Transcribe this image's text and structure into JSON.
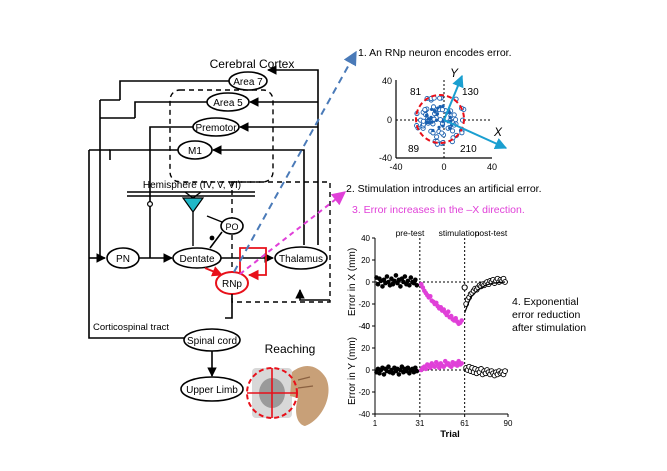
{
  "cortex": {
    "title": "Cerebral Cortex",
    "area7": "Area 7",
    "area5": "Area 5",
    "premotor": "Premotor",
    "m1": "M1"
  },
  "cerebellum": {
    "hemisphere": "Hemisphere (IV, V, VI)",
    "pn": "PN",
    "dentate": "Dentate",
    "po": "PO",
    "thalamus": "Thalamus",
    "rnp": "RNp"
  },
  "spinal": {
    "tract": "Corticospinal tract",
    "cord": "Spinal cord",
    "limb": "Upper Limb",
    "reaching": "Reaching"
  },
  "annotations": {
    "a1": "1. An RNp neuron encodes error.",
    "a2": "2. Stimulation introduces an artificial error.",
    "a3": "3. Error increases in the –X direction.",
    "a4_l1": "4. Exponential",
    "a4_l2": "error reduction",
    "a4_l3": "after stimulation"
  },
  "polar": {
    "x_ticks": [
      "-40",
      "0",
      "40"
    ],
    "y_ticks": [
      "40",
      "0",
      "-40"
    ],
    "corners": {
      "tl": "81",
      "tr": "130",
      "bl": "89",
      "br": "210"
    },
    "axis_x": "X",
    "axis_y": "Y"
  },
  "colors": {
    "rnp_red": "#e8101a",
    "pink": "#e040d8",
    "blue_dash": "#4a7ab8",
    "teal": "#1a9fd0",
    "cyan_neuron": "#20b8c8"
  },
  "chart_data": {
    "type": "scatter",
    "phase_labels": [
      "pre-test",
      "stimulation",
      "post-test"
    ],
    "xlabel": "Trial",
    "x_ticks": [
      "1",
      "31",
      "61",
      "90"
    ],
    "x_tick_values": [
      1,
      31,
      61,
      90
    ],
    "xlim": [
      1,
      90
    ],
    "top": {
      "ylabel": "Error in X (mm)",
      "ylim": [
        -40,
        40
      ],
      "y_ticks": [
        "40",
        "20",
        "0",
        "-20",
        "-40"
      ],
      "pre": [
        [
          2,
          4
        ],
        [
          3,
          -2
        ],
        [
          4,
          3
        ],
        [
          5,
          1
        ],
        [
          6,
          -4
        ],
        [
          7,
          2
        ],
        [
          8,
          -1
        ],
        [
          9,
          5
        ],
        [
          10,
          0
        ],
        [
          11,
          -3
        ],
        [
          12,
          3
        ],
        [
          13,
          -2
        ],
        [
          14,
          1
        ],
        [
          15,
          6
        ],
        [
          16,
          -1
        ],
        [
          17,
          2
        ],
        [
          18,
          -4
        ],
        [
          19,
          3
        ],
        [
          20,
          0
        ],
        [
          21,
          5
        ],
        [
          22,
          -2
        ],
        [
          23,
          1
        ],
        [
          24,
          -3
        ],
        [
          25,
          4
        ],
        [
          26,
          0
        ],
        [
          27,
          -1
        ],
        [
          28,
          2
        ],
        [
          29,
          -3
        ]
      ],
      "stim": [
        [
          32,
          -2
        ],
        [
          33,
          -5
        ],
        [
          34,
          -8
        ],
        [
          35,
          -10
        ],
        [
          36,
          -12
        ],
        [
          37,
          -14
        ],
        [
          38,
          -13
        ],
        [
          39,
          -17
        ],
        [
          40,
          -18
        ],
        [
          41,
          -20
        ],
        [
          42,
          -19
        ],
        [
          43,
          -22
        ],
        [
          44,
          -24
        ],
        [
          45,
          -23
        ],
        [
          46,
          -26
        ],
        [
          47,
          -25
        ],
        [
          48,
          -28
        ],
        [
          49,
          -30
        ],
        [
          50,
          -27
        ],
        [
          51,
          -32
        ],
        [
          52,
          -31
        ],
        [
          53,
          -34
        ],
        [
          54,
          -35
        ],
        [
          55,
          -33
        ],
        [
          56,
          -36
        ],
        [
          57,
          -38
        ],
        [
          58,
          -37
        ],
        [
          59,
          -35
        ]
      ],
      "post": [
        [
          62,
          -20
        ],
        [
          63,
          -16
        ],
        [
          64,
          -14
        ],
        [
          65,
          -11
        ],
        [
          66,
          -10
        ],
        [
          67,
          -8
        ],
        [
          68,
          -6
        ],
        [
          69,
          -7
        ],
        [
          70,
          -5
        ],
        [
          71,
          -3
        ],
        [
          72,
          -4
        ],
        [
          73,
          -2
        ],
        [
          74,
          -3
        ],
        [
          75,
          -1
        ],
        [
          76,
          0
        ],
        [
          77,
          -2
        ],
        [
          78,
          1
        ],
        [
          79,
          0
        ],
        [
          80,
          2
        ],
        [
          81,
          -1
        ],
        [
          82,
          1
        ],
        [
          83,
          3
        ],
        [
          84,
          0
        ],
        [
          85,
          2
        ],
        [
          86,
          1
        ],
        [
          87,
          3
        ],
        [
          88,
          0
        ]
      ],
      "fit": [
        [
          61,
          -28
        ],
        [
          65,
          -14
        ],
        [
          70,
          -7
        ],
        [
          75,
          -3
        ],
        [
          80,
          -1
        ],
        [
          88,
          0
        ]
      ],
      "open_marker": [
        61,
        -5
      ]
    },
    "bottom": {
      "ylabel": "Error in Y (mm)",
      "ylim": [
        -40,
        40
      ],
      "y_ticks": [
        "40",
        "20",
        "0",
        "-20",
        "-40"
      ],
      "pre": [
        [
          2,
          -2
        ],
        [
          3,
          1
        ],
        [
          4,
          -3
        ],
        [
          5,
          0
        ],
        [
          6,
          2
        ],
        [
          7,
          -4
        ],
        [
          8,
          1
        ],
        [
          9,
          -1
        ],
        [
          10,
          3
        ],
        [
          11,
          -2
        ],
        [
          12,
          0
        ],
        [
          13,
          -3
        ],
        [
          14,
          2
        ],
        [
          15,
          -1
        ],
        [
          16,
          1
        ],
        [
          17,
          -4
        ],
        [
          18,
          0
        ],
        [
          19,
          3
        ],
        [
          20,
          -2
        ],
        [
          21,
          1
        ],
        [
          22,
          -1
        ],
        [
          23,
          2
        ],
        [
          24,
          -3
        ],
        [
          25,
          0
        ],
        [
          26,
          1
        ],
        [
          27,
          -2
        ],
        [
          28,
          2
        ],
        [
          29,
          -1
        ]
      ],
      "stim": [
        [
          32,
          0
        ],
        [
          33,
          2
        ],
        [
          34,
          3
        ],
        [
          35,
          1
        ],
        [
          36,
          5
        ],
        [
          37,
          4
        ],
        [
          38,
          2
        ],
        [
          39,
          6
        ],
        [
          40,
          4
        ],
        [
          41,
          3
        ],
        [
          42,
          7
        ],
        [
          43,
          5
        ],
        [
          44,
          2
        ],
        [
          45,
          6
        ],
        [
          46,
          4
        ],
        [
          47,
          3
        ],
        [
          48,
          8
        ],
        [
          49,
          5
        ],
        [
          50,
          6
        ],
        [
          51,
          4
        ],
        [
          52,
          3
        ],
        [
          53,
          7
        ],
        [
          54,
          5
        ],
        [
          55,
          6
        ],
        [
          56,
          4
        ],
        [
          57,
          8
        ],
        [
          58,
          5
        ],
        [
          59,
          6
        ]
      ],
      "post": [
        [
          62,
          2
        ],
        [
          63,
          0
        ],
        [
          64,
          3
        ],
        [
          65,
          -1
        ],
        [
          66,
          2
        ],
        [
          67,
          -2
        ],
        [
          68,
          1
        ],
        [
          69,
          -3
        ],
        [
          70,
          0
        ],
        [
          71,
          -2
        ],
        [
          72,
          1
        ],
        [
          73,
          -4
        ],
        [
          74,
          -1
        ],
        [
          75,
          -3
        ],
        [
          76,
          0
        ],
        [
          77,
          -2
        ],
        [
          78,
          -4
        ],
        [
          79,
          -1
        ],
        [
          80,
          -3
        ],
        [
          81,
          -5
        ],
        [
          82,
          -2
        ],
        [
          83,
          -4
        ],
        [
          84,
          -1
        ],
        [
          85,
          -3
        ],
        [
          86,
          -2
        ],
        [
          87,
          -4
        ],
        [
          88,
          -1
        ]
      ]
    }
  }
}
